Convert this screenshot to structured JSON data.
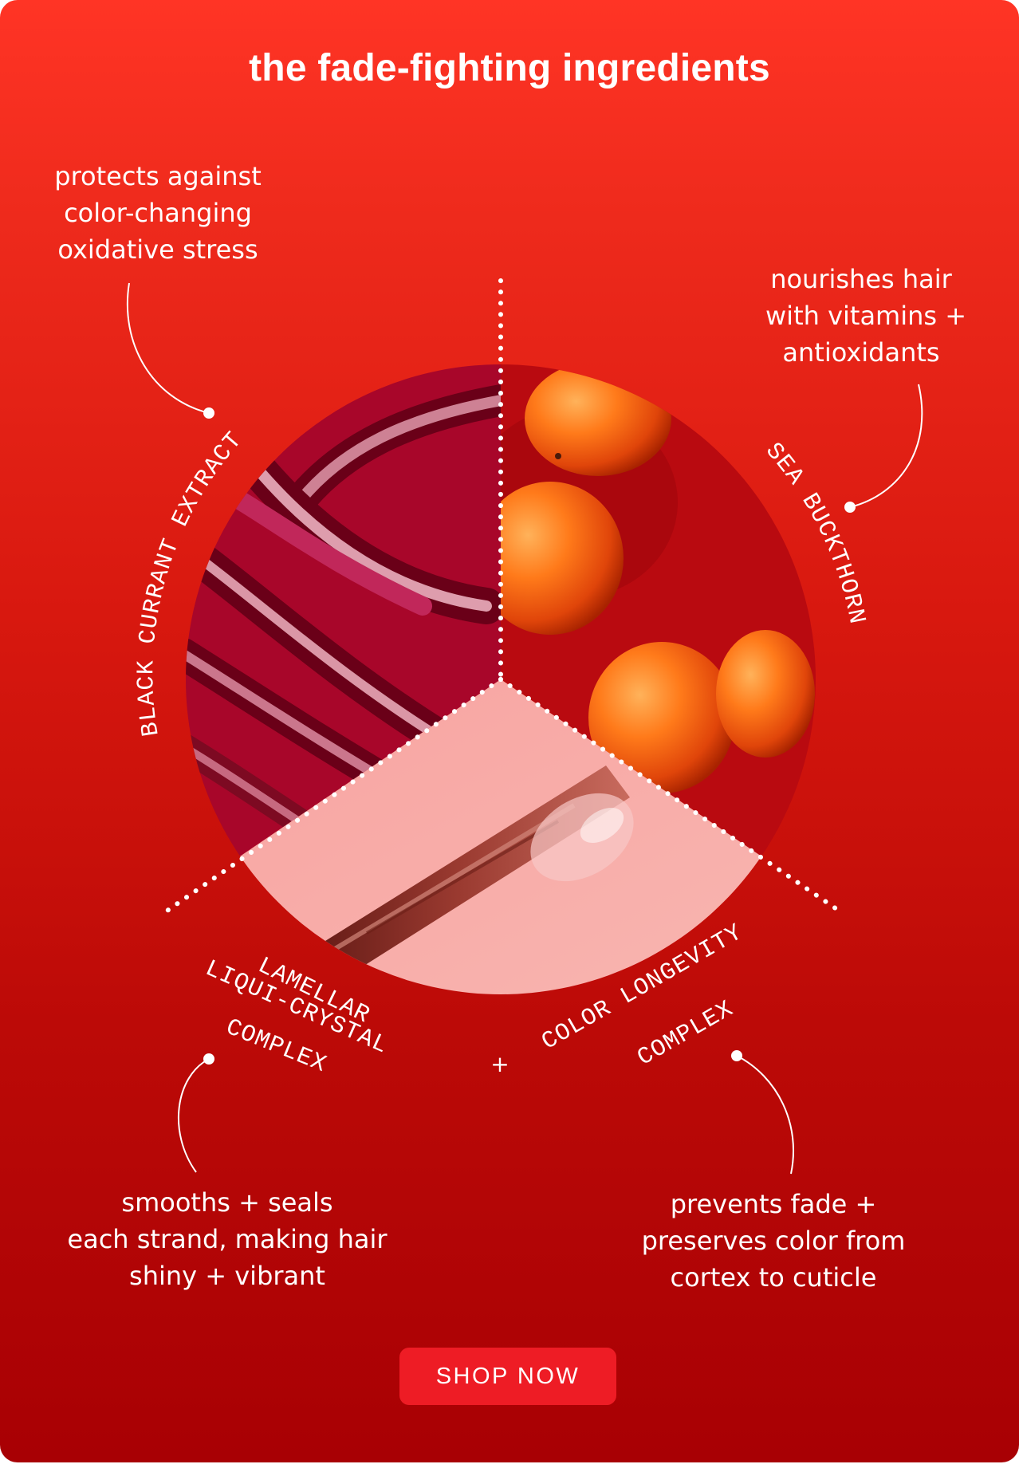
{
  "title": "the fade-fighting ingredients",
  "ingredients": [
    {
      "name": "BLACK CURRANT EXTRACT",
      "description": [
        "protects against",
        "color-changing",
        "oxidative stress"
      ]
    },
    {
      "name": "SEA BUCKTHORN",
      "description": [
        "nourishes hair",
        "with vitamins +",
        "antioxidants"
      ]
    },
    {
      "name_lines": [
        "LAMELLAR",
        "LIQUI-CRYSTAL",
        "COMPLEX"
      ],
      "description": [
        "smooths + seals",
        "each strand, making hair",
        "shiny + vibrant"
      ]
    },
    {
      "name_lines": [
        "COLOR LONGEVITY",
        "COMPLEX"
      ],
      "description": [
        "prevents fade +",
        "preserves color from",
        "cortex to cuticle"
      ]
    }
  ],
  "plus_sign": "+",
  "cta": {
    "label": "SHOP NOW"
  },
  "colors": {
    "background_top": "#ff3425",
    "background_bottom": "#a80004",
    "button": "#ee1c25",
    "text": "#ffffff"
  }
}
